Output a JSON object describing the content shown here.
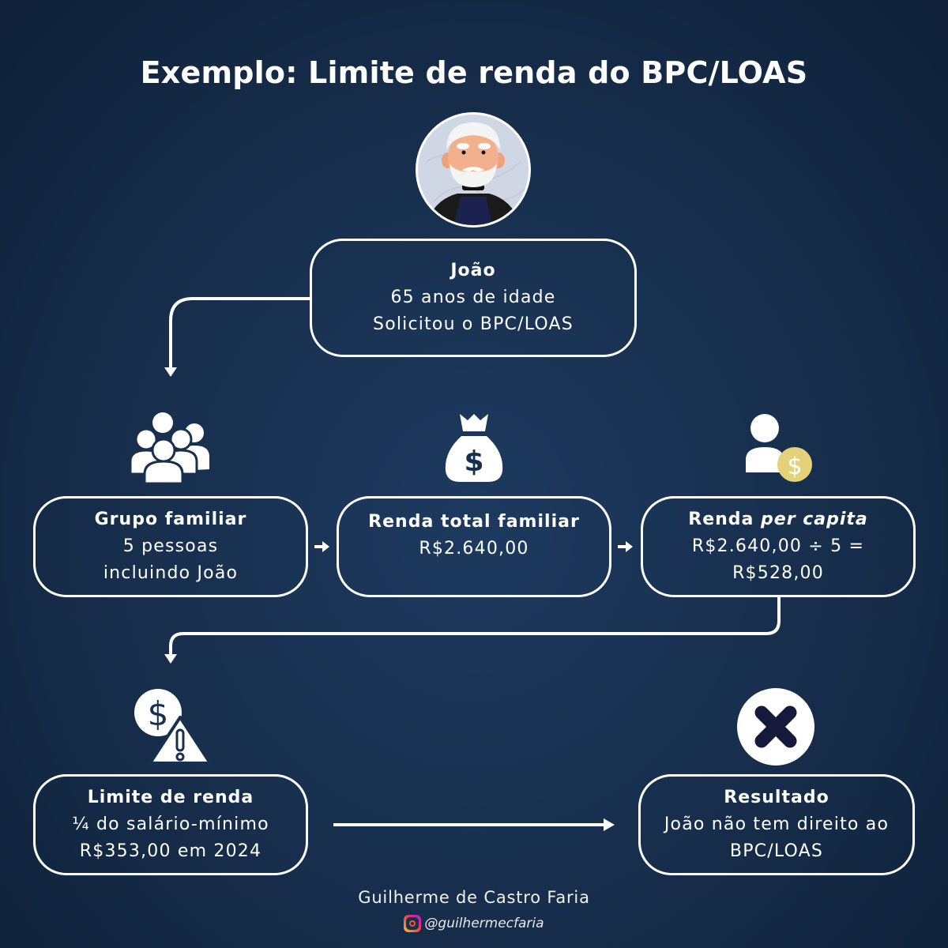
{
  "title": "Exemplo: Limite de renda do BPC/LOAS",
  "colors": {
    "background": "#18304f",
    "foreground": "#ffffff",
    "coin_accent": "#e3d27a",
    "x_mark": "#161a3a"
  },
  "person": {
    "avatar_icon": "elderly-man-avatar",
    "name": "João",
    "age": "65 anos de idade",
    "action": "Solicitou o BPC/LOAS"
  },
  "steps": [
    {
      "icon": "family-group-icon",
      "heading": "Grupo familiar",
      "lines": [
        "5 pessoas",
        "incluindo João"
      ]
    },
    {
      "icon": "money-bag-icon",
      "heading": "Renda total familiar",
      "lines": [
        "R$2.640,00"
      ]
    },
    {
      "icon": "person-coin-icon",
      "heading_prefix": "Renda ",
      "heading_italic": "per capita",
      "lines": [
        "R$2.640,00 ÷ 5 =",
        "R$528,00"
      ]
    }
  ],
  "limit": {
    "icon": "dollar-warning-icon",
    "heading": "Limite de renda",
    "lines": [
      "¼ do salário-mínimo",
      "R$353,00 em 2024"
    ]
  },
  "result": {
    "icon": "x-circle-icon",
    "heading": "Resultado",
    "lines": [
      "João não tem direito ao",
      "BPC/LOAS"
    ]
  },
  "footer": {
    "author": "Guilherme de Castro Faria",
    "instagram_icon": "instagram-icon",
    "handle": "@guilhermecfaria"
  }
}
